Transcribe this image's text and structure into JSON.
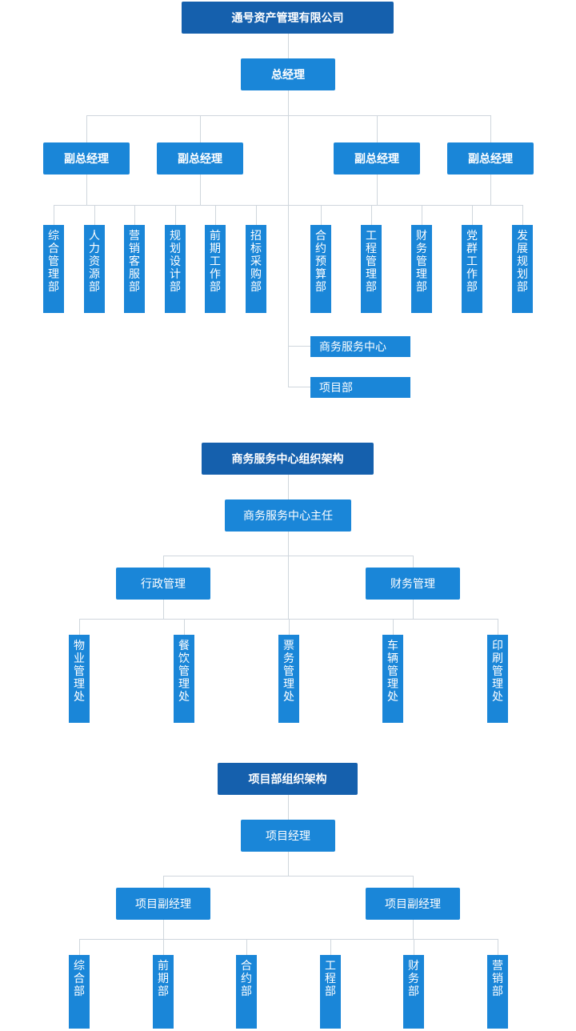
{
  "colors": {
    "title": "#1560ad",
    "node": "#1a86d8",
    "line": "#cfd6dd",
    "text": "#ffffff"
  },
  "chart1": {
    "title": "通号资产管理有限公司",
    "gm": "总经理",
    "deputies": [
      "副总经理",
      "副总经理",
      "副总经理",
      "副总经理"
    ],
    "departments": [
      "综合管理部",
      "人力资源部",
      "营销客服部",
      "规划设计部",
      "前期工作部",
      "招标采购部",
      "合约预算部",
      "工程管理部",
      "财务管理部",
      "党群工作部",
      "发展规划部"
    ],
    "side_units": [
      "商务服务中心",
      "项目部"
    ]
  },
  "chart2": {
    "title": "商务服务中心组织架构",
    "head": "商务服务中心主任",
    "managers": [
      "行政管理",
      "财务管理"
    ],
    "units": [
      "物业管理处",
      "餐饮管理处",
      "票务管理处",
      "车辆管理处",
      "印刷管理处"
    ]
  },
  "chart3": {
    "title": "项目部组织架构",
    "head": "项目经理",
    "managers": [
      "项目副经理",
      "项目副经理"
    ],
    "units": [
      "综合部",
      "前期部",
      "合约部",
      "工程部",
      "财务部",
      "营销部"
    ]
  }
}
